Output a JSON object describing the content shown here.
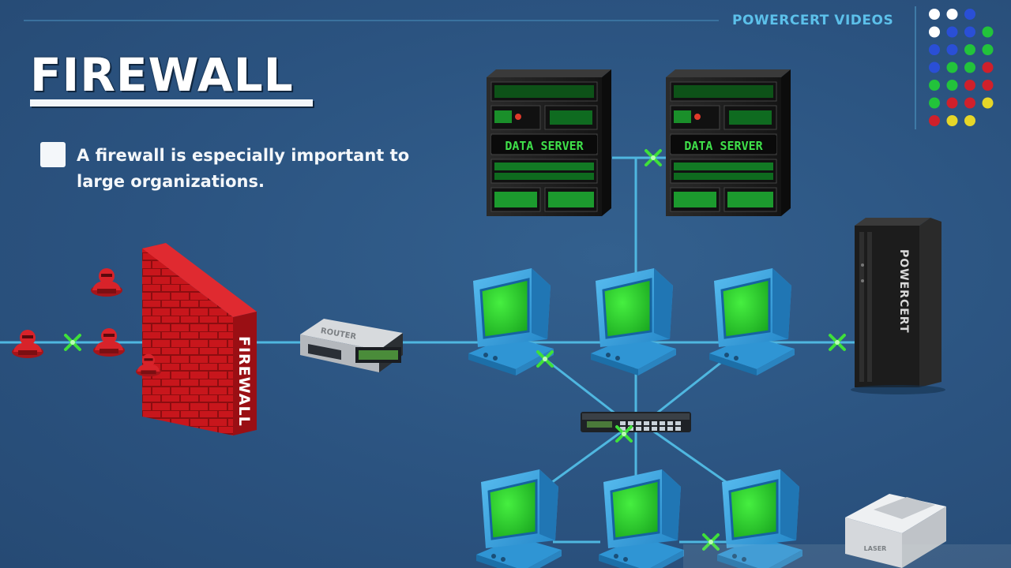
{
  "header": {
    "brand": "POWERCERT VIDEOS",
    "title": "FIREWALL"
  },
  "bullet": {
    "text": "A firewall is especially important to large organizations."
  },
  "diagram": {
    "firewall_label": "FIREWALL",
    "router_label": "ROUTER",
    "server_label": "DATA SERVER",
    "tower_label": "POWERCERT",
    "printer_label": "LASER"
  },
  "colors": {
    "background": "#2c5480",
    "link": "#4fb7e0",
    "firewall": "#c8161c",
    "monitor_body": "#3ba6e0",
    "screen": "#27d02e",
    "hacker": "#d8232a",
    "lock_x": "#3fe03a"
  },
  "dot_grid": [
    [
      "#ffffff",
      "#ffffff",
      "#2a4fd6",
      "",
      ""
    ],
    [
      "#ffffff",
      "#2a4fd6",
      "#2a4fd6",
      "#22c33b",
      ""
    ],
    [
      "#2a4fd6",
      "#2a4fd6",
      "#22c33b",
      "#22c33b",
      ""
    ],
    [
      "#2a4fd6",
      "#22c33b",
      "#22c33b",
      "#d0202b",
      ""
    ],
    [
      "#22c33b",
      "#22c33b",
      "#d0202b",
      "#d0202b",
      ""
    ],
    [
      "#22c33b",
      "#d0202b",
      "#d0202b",
      "#e6d628",
      ""
    ],
    [
      "#d0202b",
      "#e6d628",
      "#e6d628",
      "",
      ""
    ]
  ]
}
